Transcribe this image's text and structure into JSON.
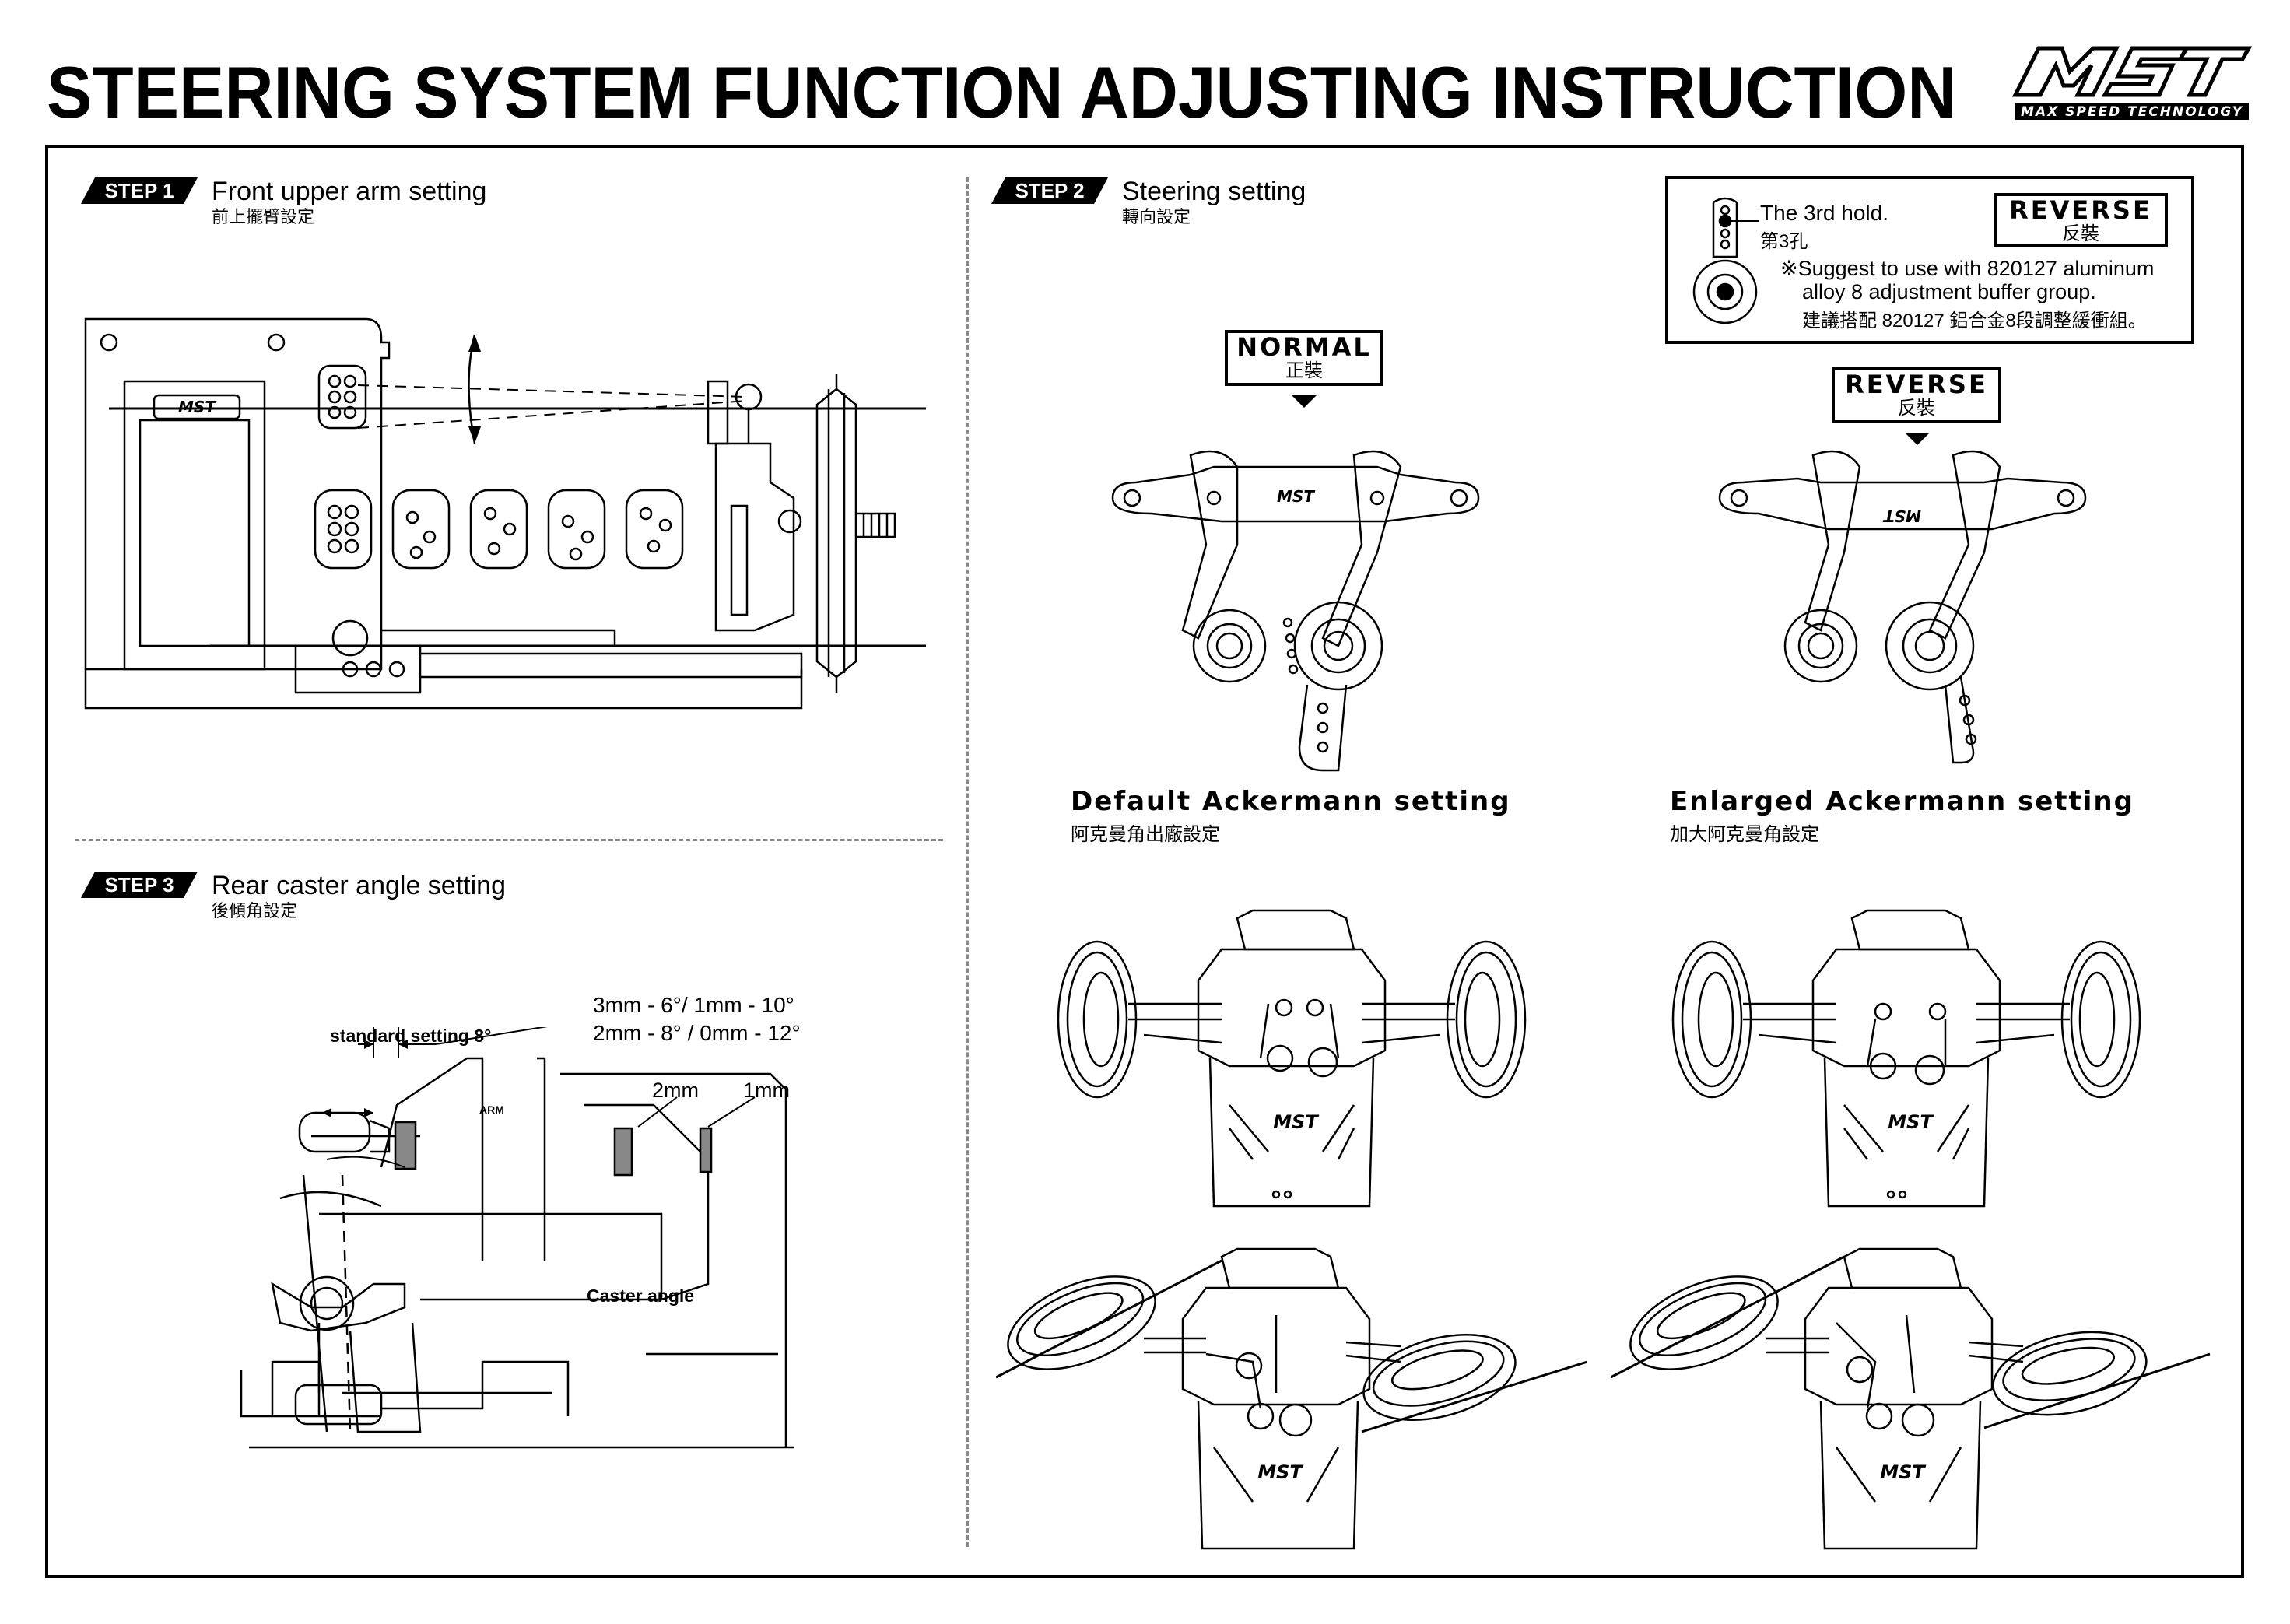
{
  "header": {
    "title": "STEERING SYSTEM FUNCTION ADJUSTING INSTRUCTION",
    "logo_text": "MST",
    "logo_tagline": "MAX SPEED TECHNOLOGY"
  },
  "step1": {
    "tag": "STEP 1",
    "title": "Front upper arm setting",
    "subtitle": "前上擺臂設定"
  },
  "step2": {
    "tag": "STEP 2",
    "title": "Steering setting",
    "subtitle": "轉向設定",
    "info": {
      "hole_en": "The 3rd hold.",
      "hole_zh": "第3孔",
      "badge_en": "REVERSE",
      "badge_zh": "反裝",
      "note_line1": "※Suggest to use with 820127 aluminum",
      "note_line2": "alloy 8 adjustment buffer group.",
      "note_zh": "建議搭配 820127 鋁合金8段調整緩衝組。"
    },
    "normal_label": {
      "en": "NORMAL",
      "zh": "正裝"
    },
    "reverse_label": {
      "en": "REVERSE",
      "zh": "反裝"
    },
    "default_ack": {
      "en": "Default Ackermann setting",
      "zh": "阿克曼角出廠設定"
    },
    "enlarged_ack": {
      "en": "Enlarged Ackermann setting",
      "zh": "加大阿克曼角設定"
    }
  },
  "step3": {
    "tag": "STEP 3",
    "title": "Rear caster angle setting",
    "subtitle": "後傾角設定",
    "standard": "standard setting 8°",
    "spec_line1": "3mm - 6°/ 1mm - 10°",
    "spec_line2": "2mm - 8° / 0mm - 12°",
    "shim_2mm": "2mm",
    "shim_1mm": "1mm",
    "arm_label": "ARM",
    "caster_label": "Caster angle"
  }
}
